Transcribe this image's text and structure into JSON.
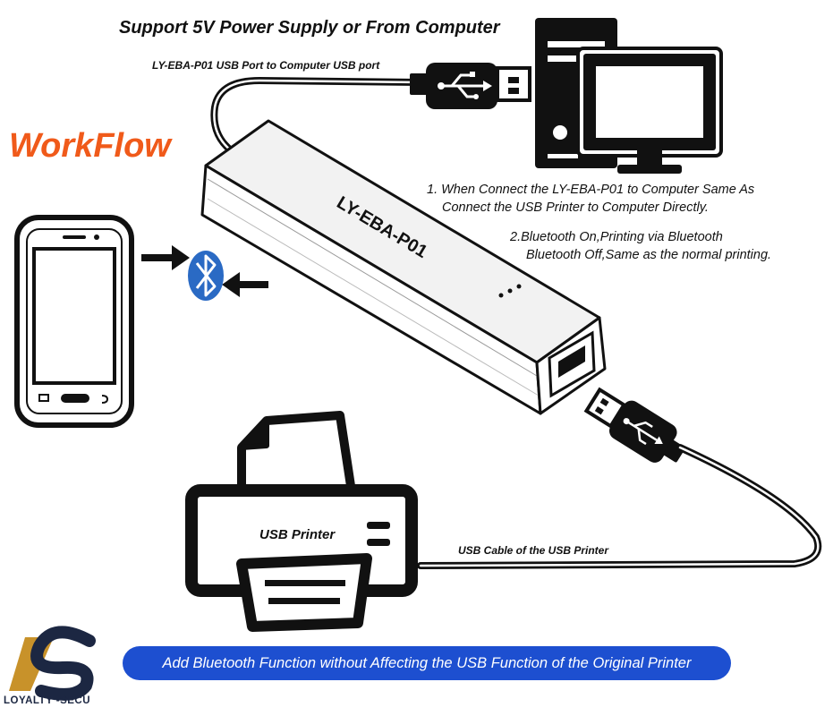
{
  "header": {
    "title": "Support 5V Power Supply or From Computer"
  },
  "cable_top_label": "LY-EBA-P01 USB Port to Computer USB port",
  "workflow_label": "WorkFlow",
  "device": {
    "name": "LY-EBA-P01"
  },
  "notes": {
    "n1_line1": "1. When Connect the LY-EBA-P01 to Computer Same As",
    "n1_line2": "Connect the USB Printer to Computer Directly.",
    "n2_line1": "2.Bluetooth On,Printing via Bluetooth",
    "n2_line2": "Bluetooth Off,Same as the normal printing."
  },
  "printer_label": "USB Printer",
  "cable_bottom_label": "USB Cable of the USB Printer",
  "banner_text": "Add Bluetooth Function without Affecting the USB Function of the Original Printer",
  "brand": {
    "name": "LOYALTY -SECU"
  },
  "colors": {
    "accent_orange": "#f05a1a",
    "banner_blue": "#1d4fd0",
    "bluetooth_blue": "#2a6ac4",
    "logo_dark": "#1c2742",
    "logo_gold": "#c8922a"
  },
  "icons": [
    "computer-icon",
    "smartphone-icon",
    "bluetooth-icon",
    "printer-icon",
    "usb-icon",
    "arrow-icon"
  ]
}
